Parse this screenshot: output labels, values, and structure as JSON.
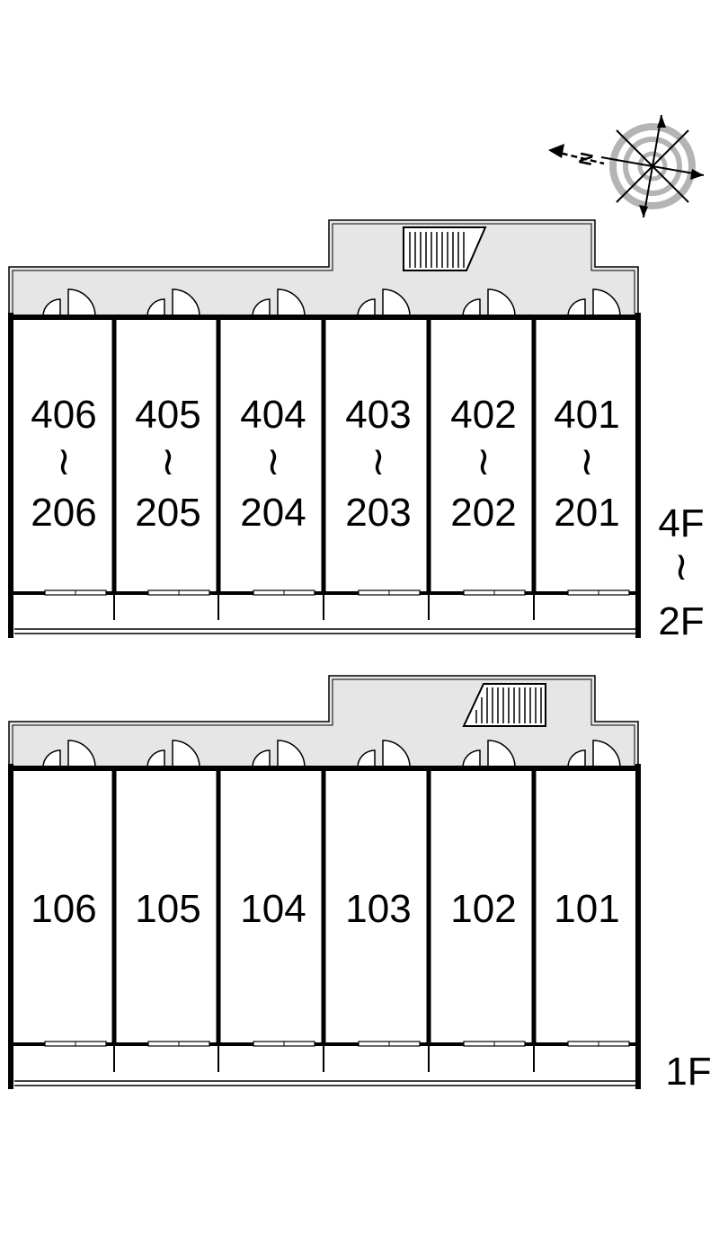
{
  "compass": {
    "north_letter": "N",
    "icon": "compass-rose-icon"
  },
  "upper_block": {
    "floor_range": {
      "top": "4F",
      "mark": "≀",
      "bottom": "2F"
    },
    "units": [
      {
        "top": "406",
        "mark": "≀",
        "bottom": "206"
      },
      {
        "top": "405",
        "mark": "≀",
        "bottom": "205"
      },
      {
        "top": "404",
        "mark": "≀",
        "bottom": "204"
      },
      {
        "top": "403",
        "mark": "≀",
        "bottom": "203"
      },
      {
        "top": "402",
        "mark": "≀",
        "bottom": "202"
      },
      {
        "top": "401",
        "mark": "≀",
        "bottom": "201"
      }
    ]
  },
  "lower_block": {
    "floor_label": "1F",
    "units": [
      "106",
      "105",
      "104",
      "103",
      "102",
      "101"
    ]
  },
  "colors": {
    "corridor": "#e6e6e6",
    "wall": "#000000",
    "compass_gray": "#b4b4b4"
  }
}
